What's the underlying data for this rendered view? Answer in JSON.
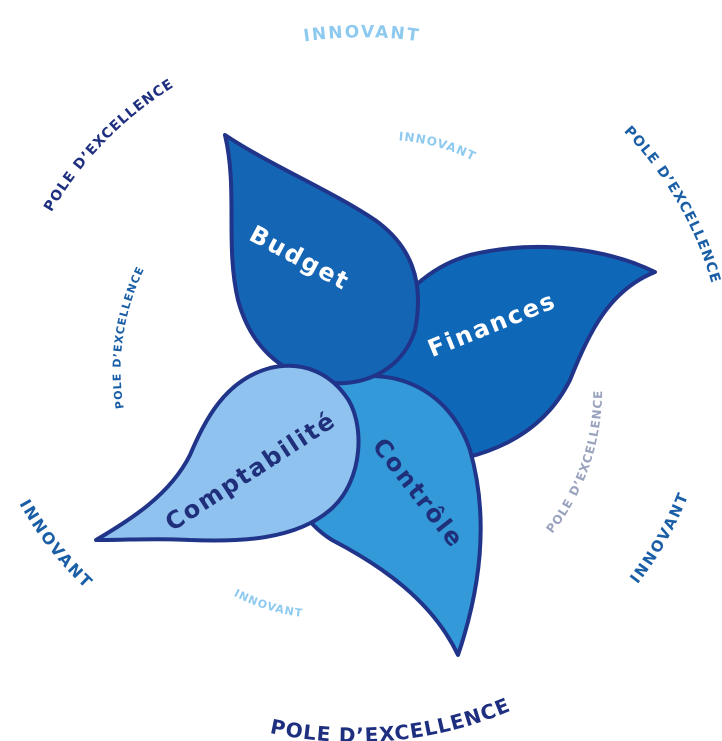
{
  "colors": {
    "outline": "#20348a",
    "budget": "#1565b5",
    "finances": "#0f67b8",
    "controle": "#3399d8",
    "comptabilite": "#8fc2ee",
    "light_text": "#ffffff",
    "dark_text": "#1f2f7a",
    "ring_dark": "#1a5ea6",
    "ring_navy": "#1f2f80",
    "ring_light": "#8ecaf0",
    "ring_grey": "#9aa3bd"
  },
  "petals": {
    "budget": "Budget",
    "finances": "Finances",
    "controle": "Contrôle",
    "comptabilite": "Comptabilité"
  },
  "outer_ring": {
    "innovant_top": "INNOVANT",
    "pole_top_left": "POLE D’EXCELLENCE",
    "pole_top_right": "POLE D’EXCELLENCE",
    "innovant_left": "INNOVANT",
    "innovant_right": "INNOVANT",
    "pole_bottom": "POLE D’EXCELLENCE"
  },
  "inner_ring": {
    "innovant_top": "INNOVANT",
    "pole_left": "POLE D’EXCELLENCE",
    "pole_right": "POLE D’EXCELLENCE",
    "innovant_bottom": "INNOVANT"
  }
}
